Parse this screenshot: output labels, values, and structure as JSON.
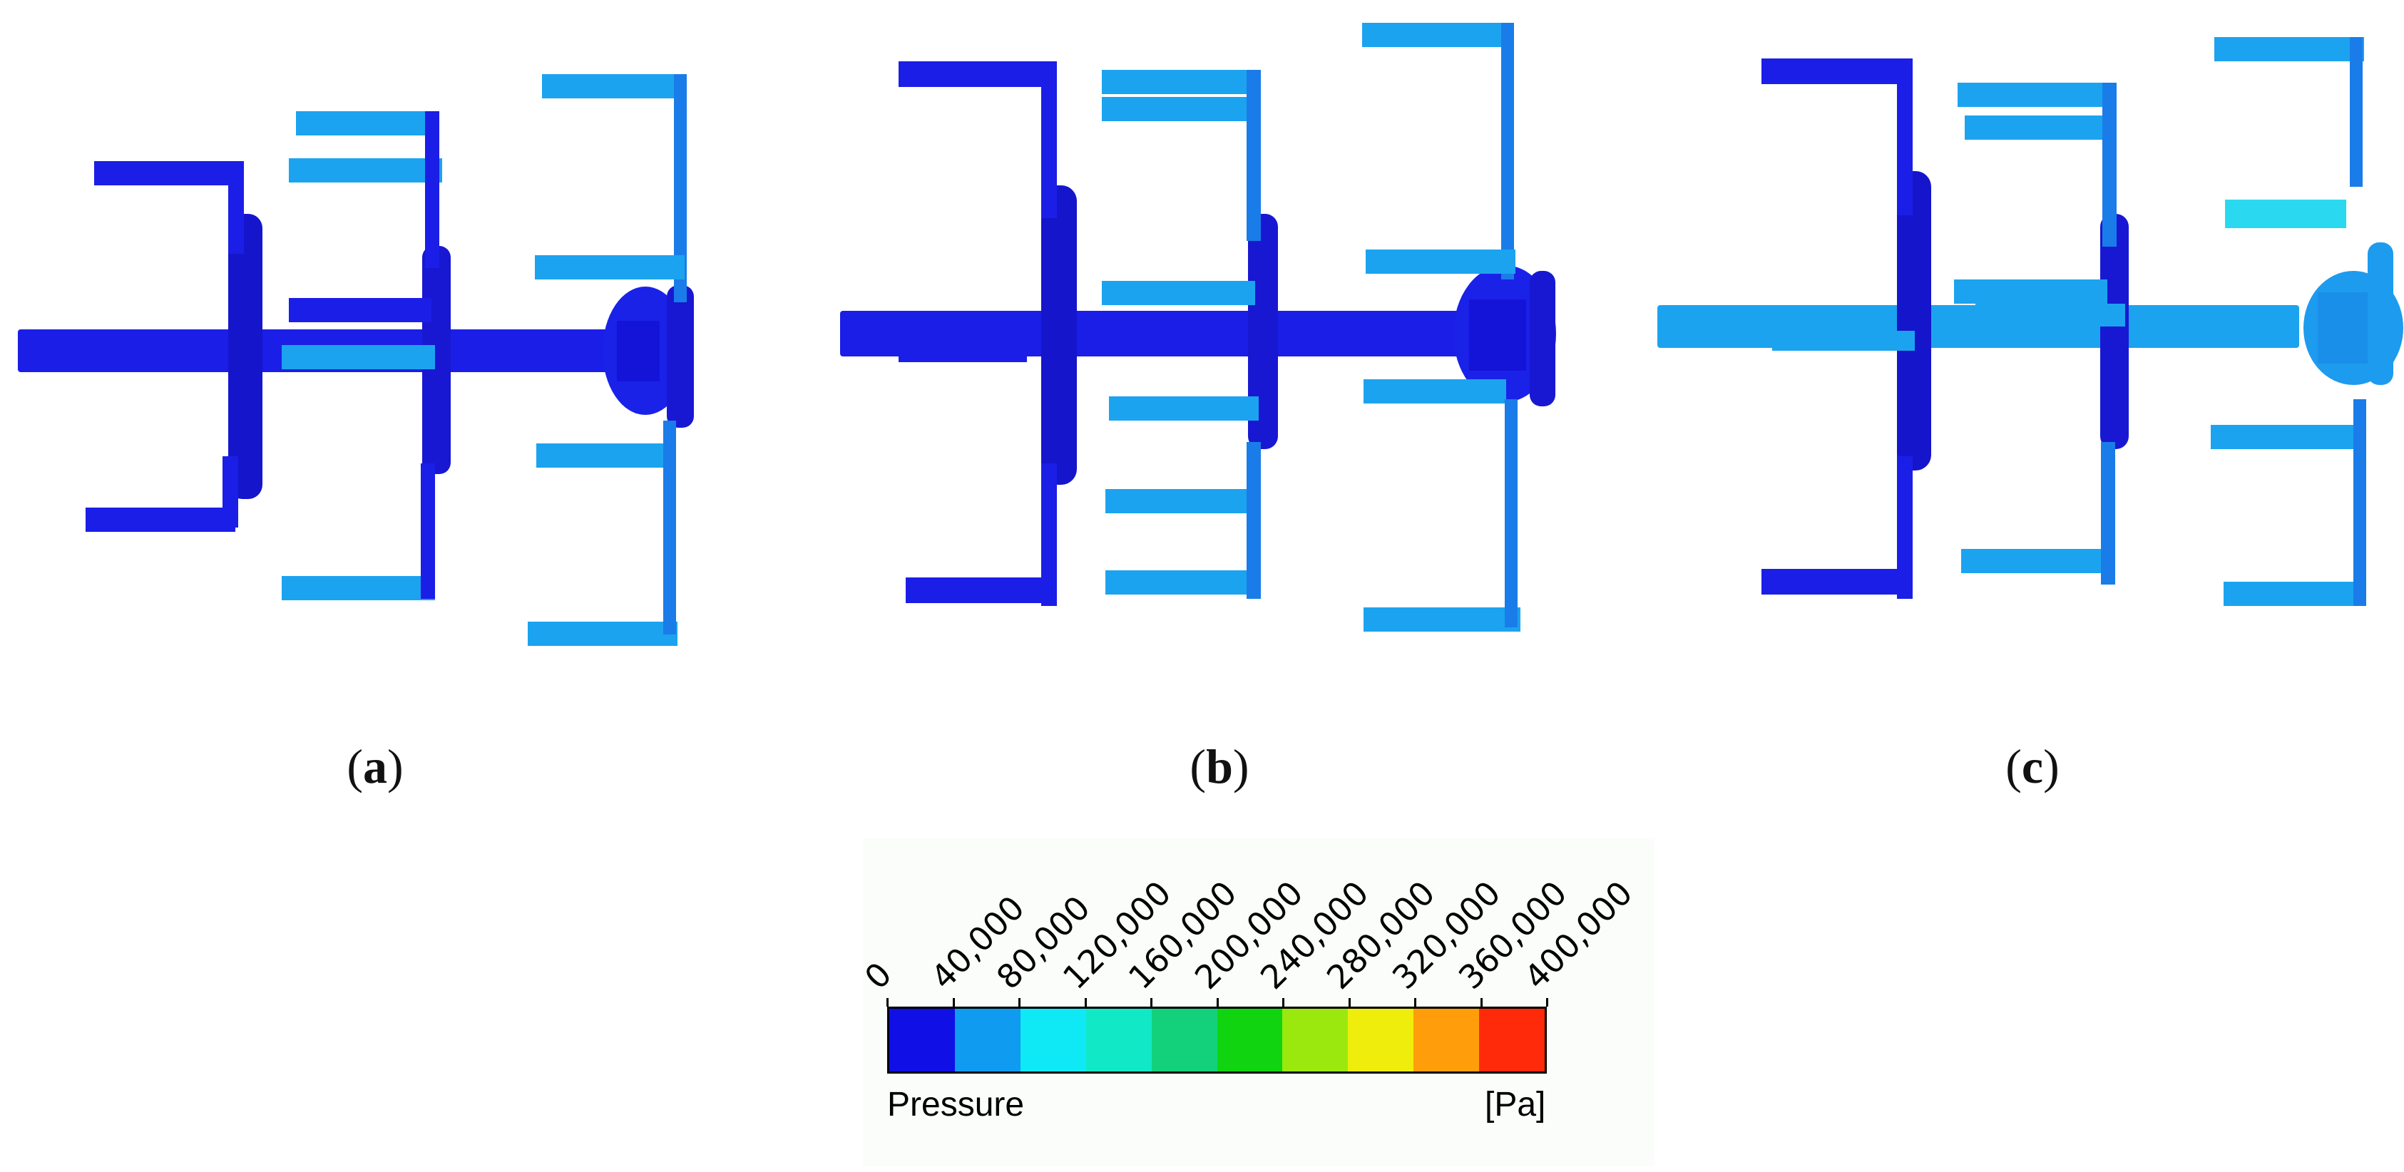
{
  "panels": [
    {
      "id": "a",
      "caption": "a",
      "open": "(",
      "close": ")"
    },
    {
      "id": "b",
      "caption": "b",
      "open": "(",
      "close": ")"
    },
    {
      "id": "c",
      "caption": "c",
      "open": "(",
      "close": ")"
    }
  ],
  "legend": {
    "quantity": "Pressure",
    "unit": "[Pa]",
    "ticks": [
      "0",
      "40,000",
      "80,000",
      "120,000",
      "160,000",
      "200,000",
      "240,000",
      "280,000",
      "320,000",
      "360,000",
      "400,000"
    ],
    "colors": [
      "#1010e6",
      "#0f9bef",
      "#0ee9f5",
      "#11e8c6",
      "#12d17a",
      "#0fd40f",
      "#9be80e",
      "#eeed0c",
      "#ff9e0a",
      "#ff2a0a"
    ]
  },
  "shading": {
    "dark_blue": "#1a1ee6",
    "mid_blue": "#1d86ef",
    "light_blue": "#1ca3ef",
    "cyan": "#2ad9f0"
  }
}
